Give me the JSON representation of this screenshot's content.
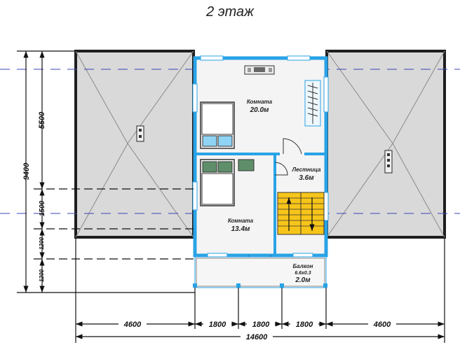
{
  "title": "2 этаж",
  "rooms": {
    "room_top": {
      "name": "Комната",
      "area": "20.0м"
    },
    "room_bottom": {
      "name": "Комната",
      "area": "13.4м"
    },
    "stair": {
      "name": "Лестница",
      "area": "3.6м"
    },
    "balcony": {
      "name": "Балкон",
      "size": "6.6x0.3",
      "area": "2.0м"
    }
  },
  "dimensions": {
    "vertical_total": "9400",
    "vertical_parts": [
      "5500",
      "1500",
      "1200",
      "1200"
    ],
    "horizontal_parts": [
      "4600",
      "1800",
      "1800",
      "1800",
      "4600"
    ],
    "horizontal_total": "14600"
  },
  "colors": {
    "wall": "#29a3e6",
    "roof_fill": "#d9d9d9",
    "roof_border": "#1e1e1e",
    "stair_fill": "#f7c51a",
    "axis_dash": "#3a45b5"
  }
}
